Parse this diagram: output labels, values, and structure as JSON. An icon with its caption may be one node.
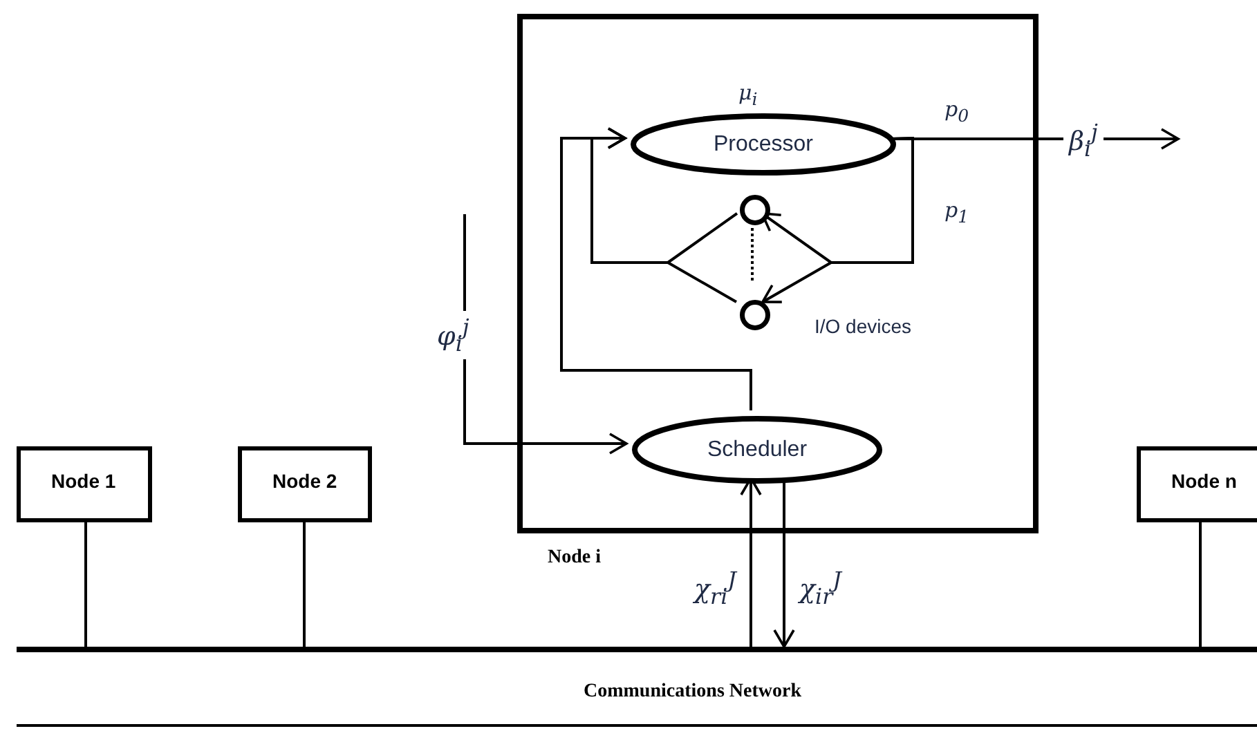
{
  "diagram": {
    "nodes": [
      {
        "text": [
          "Node i"
        ]
      },
      {
        "text": [
          "Processor"
        ],
        "in": 0,
        "beside": [
          "μ$_{i}$"
        ]
      },
      {
        "text": [
          "Scheduler"
        ],
        "in": 0
      },
      {
        "text": [],
        "shape": "circle",
        "in": 0
      },
      {
        "text": [],
        "shape": "circle",
        "in": 0
      },
      {
        "text": [
          "Node 1"
        ]
      },
      {
        "text": [
          "Node 2"
        ]
      },
      {
        "text": [
          "Node n"
        ]
      },
      {
        "text": [],
        "shape": "bar",
        "beside": [
          "Communications Network"
        ]
      }
    ],
    "edges": [
      {
        "from": 1,
        "to": 3,
        "arrow": "to"
      },
      {
        "from": 1,
        "to": 4,
        "arrow": "to"
      },
      {
        "from": 3,
        "to": 1,
        "arrow": "to"
      },
      {
        "from": 4,
        "to": 1,
        "arrow": "to"
      },
      {
        "from": 2,
        "to": 1,
        "arrow": "to"
      },
      {
        "from": 1,
        "to": null,
        "arrow": "to",
        "label": "β$_{i}$$^{j}$"
      },
      {
        "from": null,
        "to": 2,
        "arrow": "to",
        "label": "φ$_{i}$$^{j}$"
      },
      {
        "from": 5,
        "to": 8,
        "arrow": "none"
      },
      {
        "from": 6,
        "to": 8,
        "arrow": "none"
      },
      {
        "from": 7,
        "to": 8,
        "arrow": "none"
      },
      {
        "from": 8,
        "to": 2,
        "arrow": "to",
        "label": "χ$_{ri}$$^{J}$"
      },
      {
        "from": 2,
        "to": 8,
        "arrow": "to",
        "label": "χ$_{ir}$$^{J}$"
      }
    ],
    "labels": [
      "p$_{0}$",
      "p$_{1}$",
      "I/O devices"
    ]
  }
}
